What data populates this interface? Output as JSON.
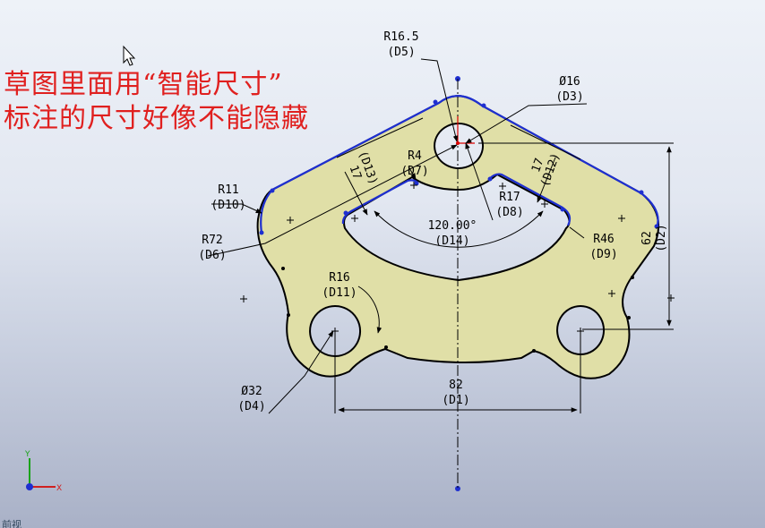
{
  "annotation": {
    "line1": "草图里面用“智能尺寸”",
    "line2": "标注的尺寸好像不能隐藏"
  },
  "dimensions": [
    {
      "id": "r16_5",
      "value": "R16.5",
      "name": "(D5)"
    },
    {
      "id": "dia16",
      "value": "Ø16",
      "name": "(D3)"
    },
    {
      "id": "r4",
      "value": "R4",
      "name": "(D7)"
    },
    {
      "id": "d17a",
      "value": "17",
      "name": "(D13)"
    },
    {
      "id": "d17b",
      "value": "17",
      "name": "(D12)"
    },
    {
      "id": "r11",
      "value": "R11",
      "name": "(D10)"
    },
    {
      "id": "r72",
      "value": "R72",
      "name": "(D6)"
    },
    {
      "id": "r17",
      "value": "R17",
      "name": "(D8)"
    },
    {
      "id": "ang120",
      "value": "120.00°",
      "name": "(D14)"
    },
    {
      "id": "r46",
      "value": "R46",
      "name": "(D9)"
    },
    {
      "id": "d62",
      "value": "62",
      "name": "(D2)"
    },
    {
      "id": "r16",
      "value": "R16",
      "name": "(D11)"
    },
    {
      "id": "dia32",
      "value": "Ø32",
      "name": "(D4)"
    },
    {
      "id": "d82",
      "value": "82",
      "name": "(D1)"
    }
  ],
  "colors": {
    "part_fill": "#e0dfa7",
    "outline": "#000000",
    "selected_edge": "#1e2fd0",
    "dimension": "#000000",
    "annotation_text": "#e0201f"
  },
  "triad": {
    "x": "X",
    "y": "Y"
  },
  "footer_label": "前视"
}
